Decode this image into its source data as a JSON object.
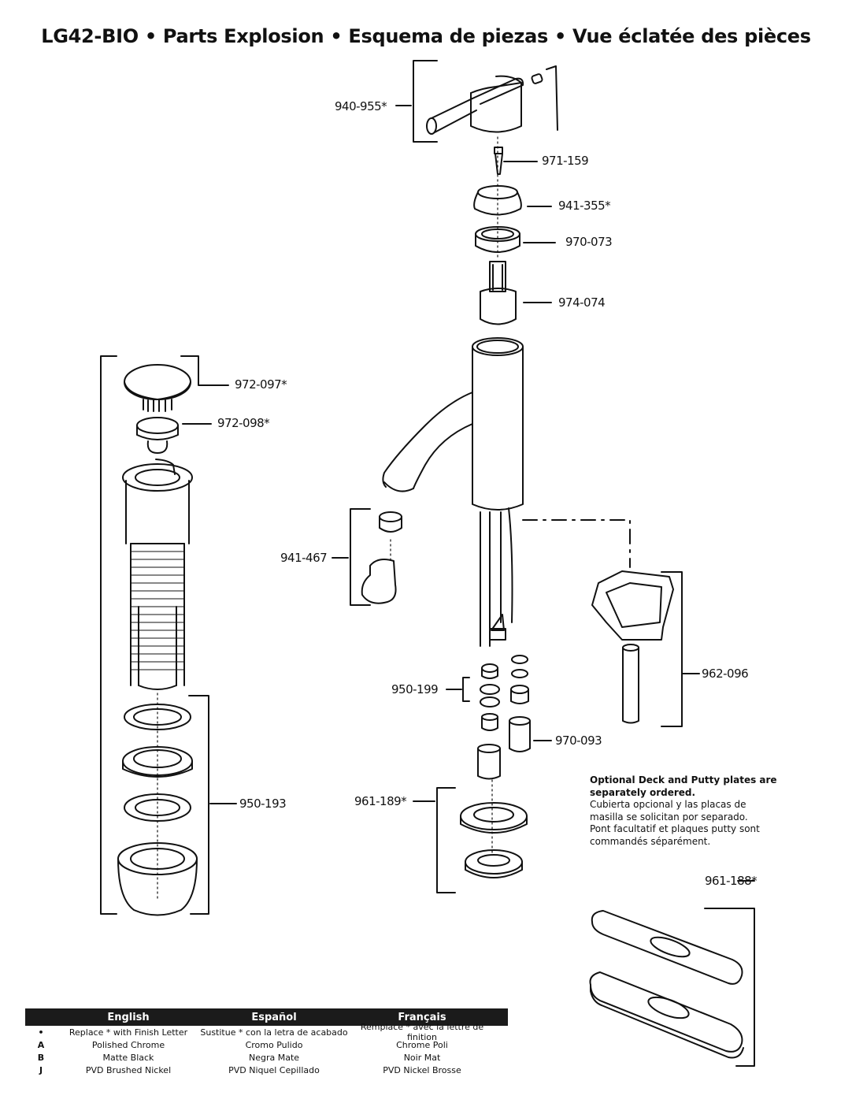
{
  "title": {
    "model": "LG42-BIO",
    "en": "Parts Explosion",
    "es": "Esquema de piezas",
    "fr": "Vue éclatée des pièces",
    "separator": "•"
  },
  "parts": {
    "p940_955": "940-955*",
    "p971_159": "971-159",
    "p941_355": "941-355*",
    "p970_073": "970-073",
    "p974_074": "974-074",
    "p972_097": "972-097*",
    "p972_098": "972-098*",
    "p941_467": "941-467",
    "p962_096": "962-096",
    "p950_199": "950-199",
    "p970_093": "970-093",
    "p961_189": "961-189*",
    "p950_193": "950-193",
    "p961_188": "961-188*"
  },
  "note": {
    "en": "Optional Deck and Putty plates are separately ordered.",
    "es": "Cubierta opcional y las placas de masilla se solicitan por separado.",
    "fr": "Pont facultatif et plaques putty sont commandés séparément."
  },
  "legend": {
    "headers": [
      "English",
      "Español",
      "Français"
    ],
    "rows": [
      {
        "code": "•",
        "en": "Replace * with Finish Letter",
        "es": "Sustitue * con la letra de acabado",
        "fr": "Remplace * avec la lettre de finition"
      },
      {
        "code": "A",
        "en": "Polished Chrome",
        "es": "Cromo Pulido",
        "fr": "Chrome Poli"
      },
      {
        "code": "B",
        "en": "Matte Black",
        "es": "Negra Mate",
        "fr": "Noir Mat"
      },
      {
        "code": "J",
        "en": "PVD Brushed Nickel",
        "es": "PVD Niquel Cepillado",
        "fr": "PVD Nickel Brosse"
      }
    ]
  },
  "colors": {
    "line": "#111111",
    "legend_header_bg": "#1b1b1b",
    "legend_header_text": "#ffffff"
  }
}
